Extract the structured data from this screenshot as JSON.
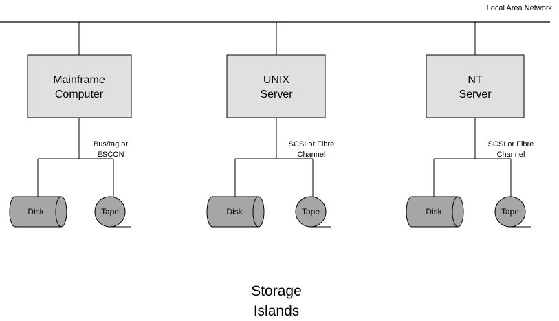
{
  "network_label": "Local Area Network",
  "caption": {
    "line1": "Storage",
    "line2": "Islands"
  },
  "colors": {
    "box_fill": "#e0e0e0",
    "device_fill": "#a6a6a6",
    "line": "#000000"
  },
  "systems": [
    {
      "name_line1": "Mainframe",
      "name_line2": "Computer",
      "link_line1": "Bus/tag or",
      "link_line2": "ESCON",
      "disk_label": "Disk",
      "tape_label": "Tape"
    },
    {
      "name_line1": "UNIX",
      "name_line2": "Server",
      "link_line1": "SCSI or Fibre",
      "link_line2": "Channel",
      "disk_label": "Disk",
      "tape_label": "Tape"
    },
    {
      "name_line1": "NT",
      "name_line2": "Server",
      "link_line1": "SCSI or Fibre",
      "link_line2": "Channel",
      "disk_label": "Disk",
      "tape_label": "Tape"
    }
  ]
}
